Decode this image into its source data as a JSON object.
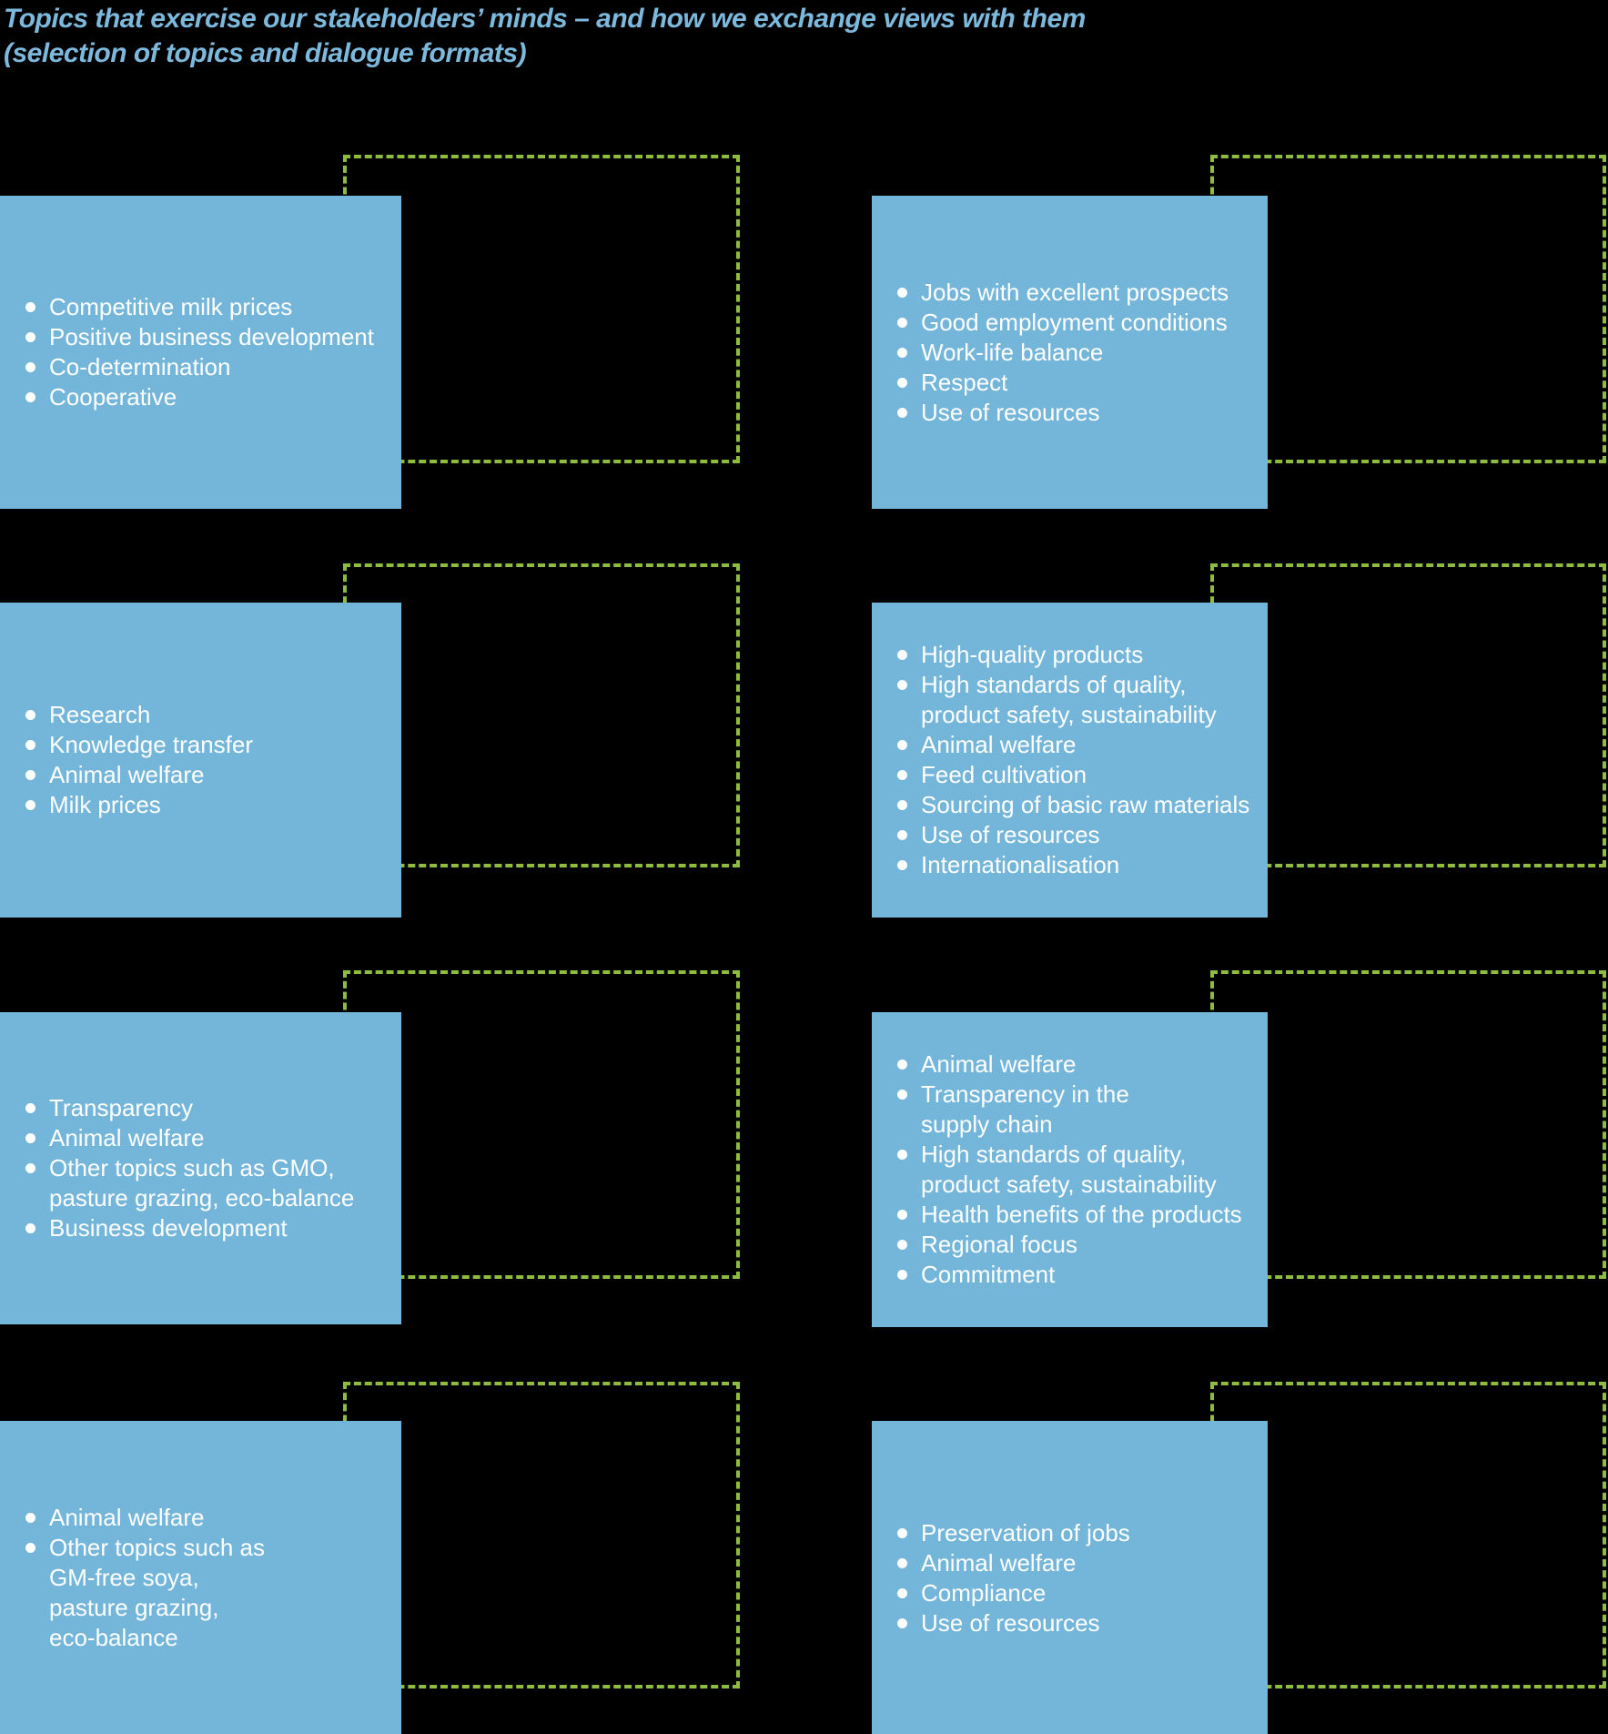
{
  "title": {
    "line1": "Topics that exercise our stakeholders’ minds – and how we exchange views with them",
    "line2": "(selection of topics and dialogue formats)"
  },
  "colors": {
    "background": "#000000",
    "topic_box_blue": "#74b6da",
    "dialogue_frame_green": "#8ebc3e",
    "title_blue": "#7cb9dc",
    "topic_text": "#ffffff"
  },
  "groups": [
    {
      "position": "row-1-left",
      "topics": [
        "Competitive milk prices",
        "Positive business development",
        "Co-determination",
        "Cooperative"
      ]
    },
    {
      "position": "row-1-right",
      "topics": [
        "Jobs with excellent prospects",
        "Good employment conditions",
        "Work-life balance",
        "Respect",
        "Use of resources"
      ]
    },
    {
      "position": "row-2-left",
      "topics": [
        "Research",
        "Knowledge transfer",
        "Animal welfare",
        "Milk prices"
      ]
    },
    {
      "position": "row-2-right",
      "topics": [
        "High-quality products",
        "High standards of quality,\nproduct safety, sustainability",
        "Animal welfare",
        "Feed cultivation",
        "Sourcing of basic raw materials",
        "Use of resources",
        "Internationalisation"
      ]
    },
    {
      "position": "row-3-left",
      "topics": [
        "Transparency",
        "Animal welfare",
        "Other topics such as GMO,\npasture grazing, eco-balance",
        "Business development"
      ]
    },
    {
      "position": "row-3-right",
      "topics": [
        "Animal welfare",
        "Transparency in the\nsupply chain",
        "High standards of quality,\nproduct safety, sustainability",
        "Health benefits of the products",
        "Regional focus",
        "Commitment"
      ]
    },
    {
      "position": "row-4-left",
      "topics": [
        "Animal welfare",
        "Other topics such as\nGM-free soya,\npasture grazing,\neco-balance"
      ]
    },
    {
      "position": "row-4-right",
      "topics": [
        "Preservation of jobs",
        "Animal welfare",
        "Compliance",
        "Use of resources"
      ]
    }
  ]
}
